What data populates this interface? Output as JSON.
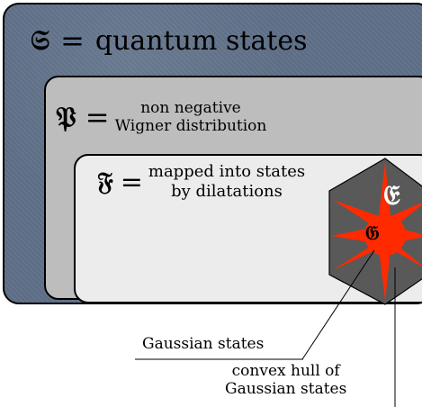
{
  "sets": {
    "quantum": {
      "symbol": "𝔖",
      "equals": "=",
      "text": "quantum states"
    },
    "wigner": {
      "symbol": "𝔓",
      "equals": "=",
      "line1": "non negative",
      "line2": "Wigner distribution"
    },
    "dilatations": {
      "symbol": "𝔉",
      "equals": "=",
      "line1": "mapped into states",
      "line2": "by dilatations"
    },
    "convex_hull": {
      "symbol": "𝔈"
    },
    "gaussian": {
      "symbol": "𝔊"
    }
  },
  "annotations": {
    "gaussian_states": "Gaussian states",
    "convex_hull_line1": "convex hull of",
    "convex_hull_line2": "Gaussian states"
  },
  "colors": {
    "outer_fill": "#5e7088",
    "middle_fill": "#bdbdbd",
    "inner_fill": "#ececec",
    "hull_fill": "#595959",
    "star_fill": "#ff2a00"
  }
}
